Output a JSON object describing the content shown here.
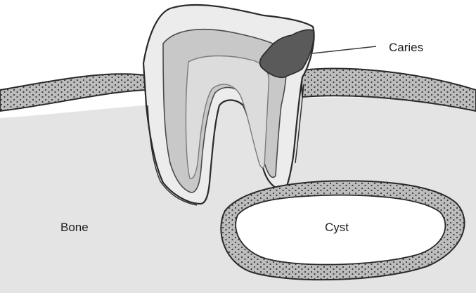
{
  "labels": {
    "caries": "Caries",
    "bone": "Bone",
    "cyst": "Cyst"
  },
  "colors": {
    "bone": "#e4e4e4",
    "gum": "#bdbdbd",
    "enamel": "#e6e6e6",
    "dentin": "#c8c8c8",
    "pulp_outline": "#9a9a9a",
    "caries": "#5a5a5a",
    "outline": "#2a2a2a"
  }
}
